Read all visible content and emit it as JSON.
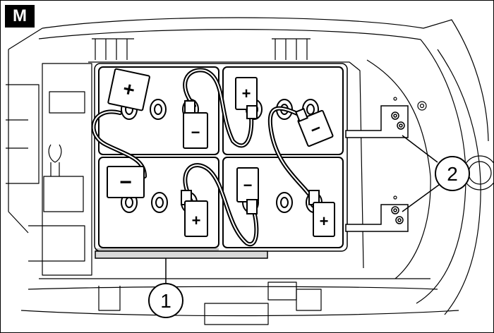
{
  "figure": {
    "badge": "M",
    "callouts": [
      {
        "number": "1"
      },
      {
        "number": "2"
      }
    ],
    "terminals": {
      "plus": "+",
      "minus": "−"
    }
  },
  "colors": {
    "line": "#000000",
    "background": "#ffffff",
    "shadow": "#bfbfbf"
  }
}
